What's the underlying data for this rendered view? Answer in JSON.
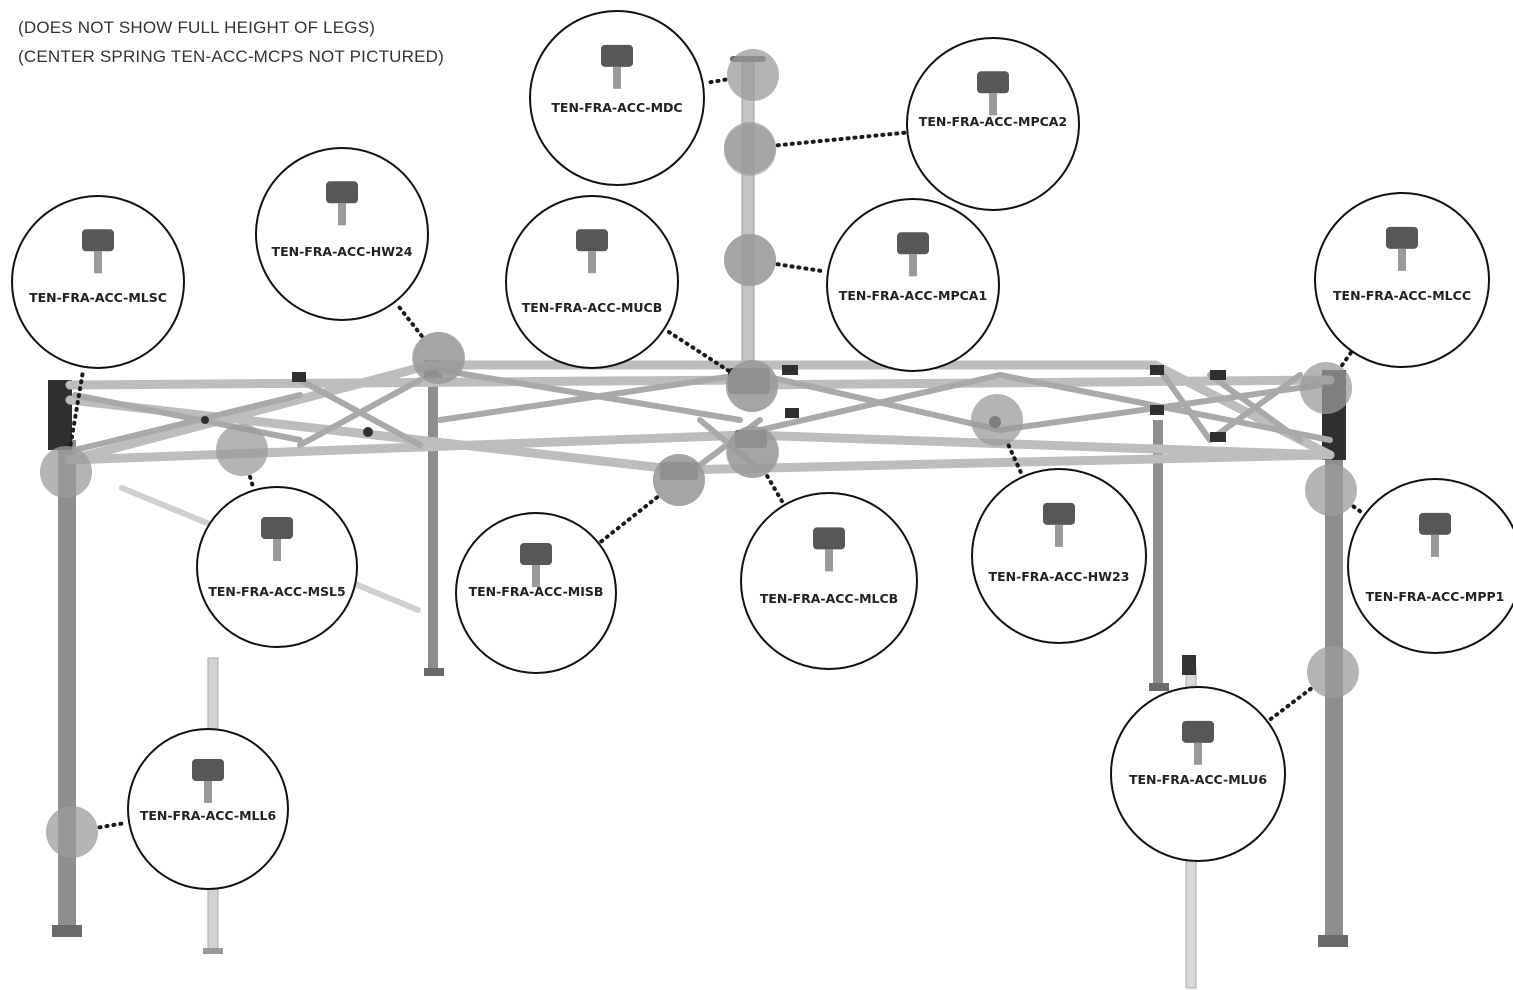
{
  "header": {
    "title_fragment": "",
    "note_legs": "(DOES NOT SHOW FULL HEIGHT OF LEGS)",
    "note_spring": "(CENTER SPRING TEN-ACC-MCPS NOT PICTURED)"
  },
  "parts": [
    {
      "id": "mdc",
      "label": "TEN-FRA-ACC-MDC",
      "icon": "dome-cap-icon"
    },
    {
      "id": "mpca2",
      "label": "TEN-FRA-ACC-MPCA2",
      "icon": "center-pole-top-icon"
    },
    {
      "id": "mlsc",
      "label": "TEN-FRA-ACC-MLSC",
      "icon": "side-connector-icon"
    },
    {
      "id": "hw24",
      "label": "TEN-FRA-ACC-HW24",
      "icon": "hardware-bolt-set-icon"
    },
    {
      "id": "mucb",
      "label": "TEN-FRA-ACC-MUCB",
      "icon": "upper-center-bracket-icon"
    },
    {
      "id": "mpca1",
      "label": "TEN-FRA-ACC-MPCA1",
      "icon": "center-pole-icon"
    },
    {
      "id": "mlcc",
      "label": "TEN-FRA-ACC-MLCC",
      "icon": "corner-cap-icon"
    },
    {
      "id": "msl5",
      "label": "TEN-FRA-ACC-MSL5",
      "icon": "side-link-bar-icon"
    },
    {
      "id": "misb",
      "label": "TEN-FRA-ACC-MISB",
      "icon": "inner-slide-bracket-icon"
    },
    {
      "id": "mlcb",
      "label": "TEN-FRA-ACC-MLCB",
      "icon": "lower-center-bracket-icon"
    },
    {
      "id": "hw23",
      "label": "TEN-FRA-ACC-HW23",
      "icon": "scissor-pivot-bolt-icon"
    },
    {
      "id": "mpp1",
      "label": "TEN-FRA-ACC-MPP1",
      "icon": "push-pin-icon"
    },
    {
      "id": "mlu6",
      "label": "TEN-FRA-ACC-MLU6",
      "icon": "upper-leg-icon"
    },
    {
      "id": "mll6",
      "label": "TEN-FRA-ACC-MLL6",
      "icon": "lower-leg-icon"
    }
  ],
  "colors": {
    "frame": "#bdbdbd",
    "frame_dark": "#8c8c8c",
    "leg": "#9e9e9e",
    "bracket": "#333333",
    "marker": "#9b9b9b",
    "circle_stroke": "#111111",
    "label": "#222222"
  }
}
